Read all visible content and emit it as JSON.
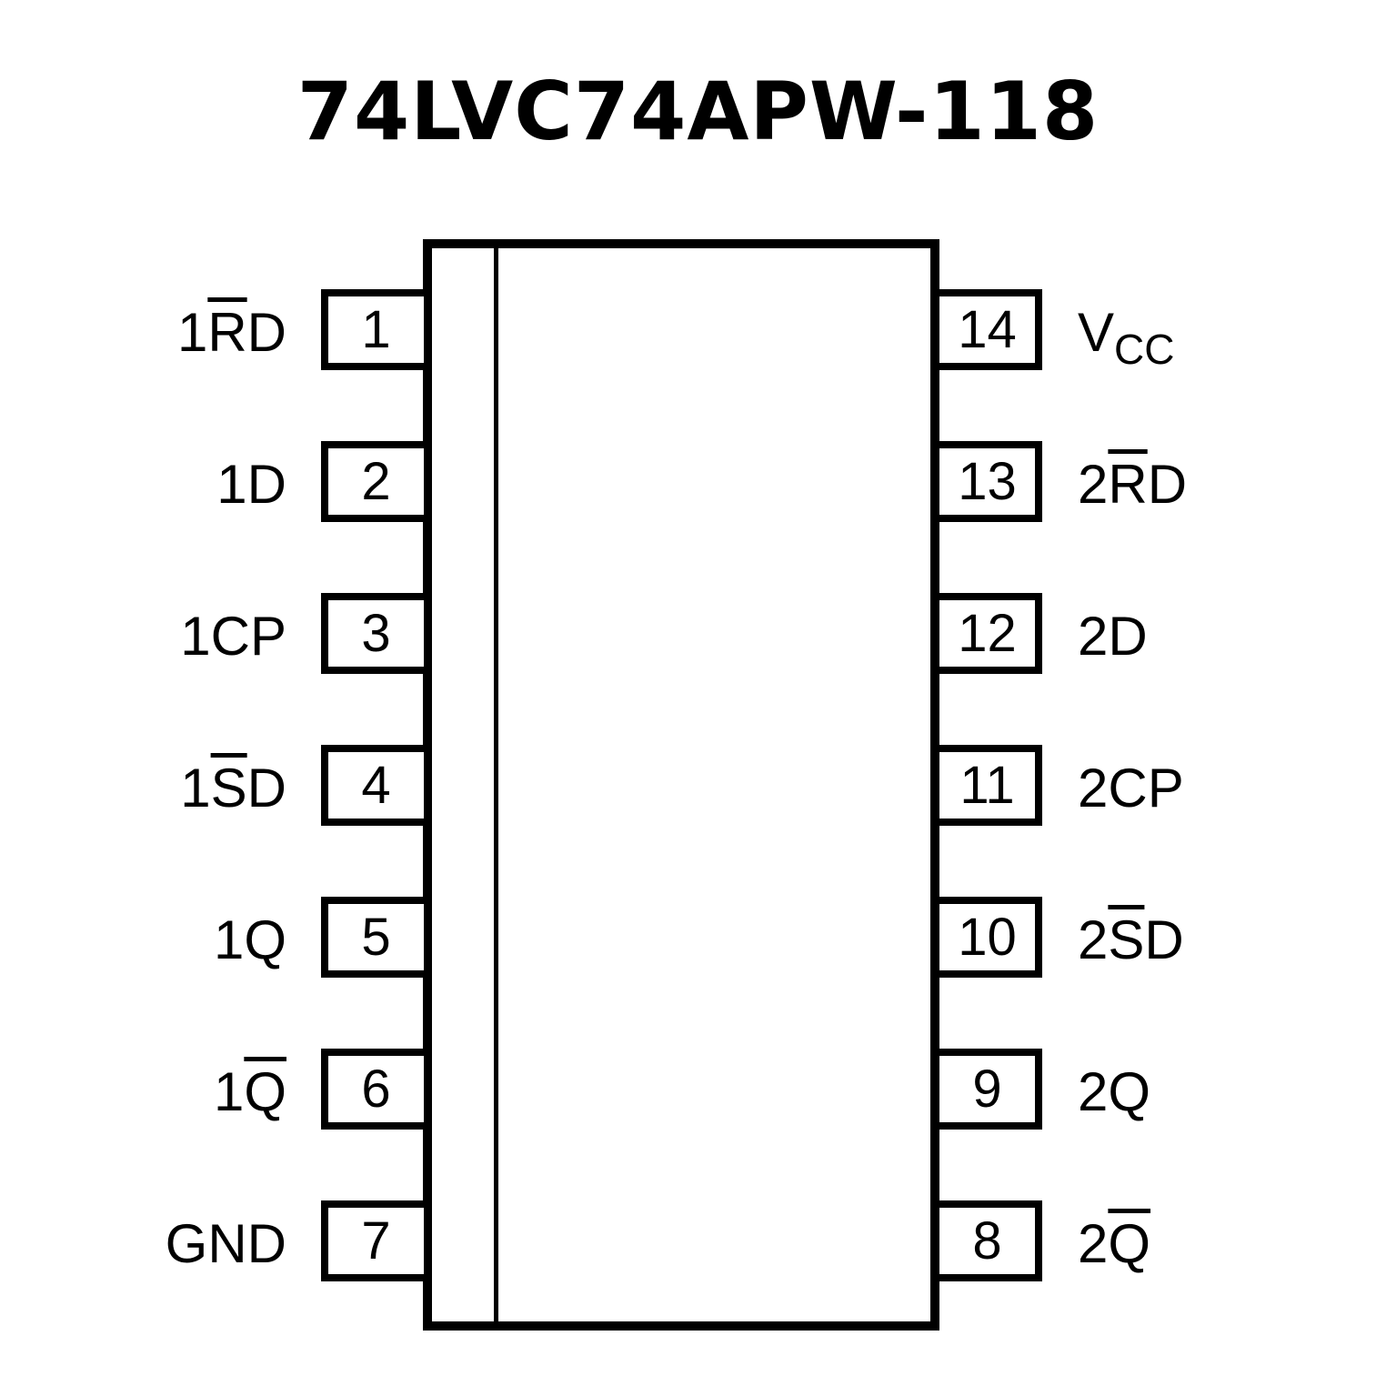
{
  "title": "74LVC74APW-118",
  "left_pins": [
    {
      "num": "1",
      "pre": "1",
      "bar": "R",
      "post": "D"
    },
    {
      "num": "2",
      "pre": "1D",
      "bar": "",
      "post": ""
    },
    {
      "num": "3",
      "pre": "1CP",
      "bar": "",
      "post": ""
    },
    {
      "num": "4",
      "pre": "1",
      "bar": "S",
      "post": "D"
    },
    {
      "num": "5",
      "pre": "1Q",
      "bar": "",
      "post": ""
    },
    {
      "num": "6",
      "pre": "1",
      "bar": "Q",
      "post": ""
    },
    {
      "num": "7",
      "pre": "GND",
      "bar": "",
      "post": ""
    }
  ],
  "right_pins": [
    {
      "num": "14",
      "pre": "V",
      "bar": "",
      "post": "",
      "sub": "CC"
    },
    {
      "num": "13",
      "pre": "2",
      "bar": "R",
      "post": "D"
    },
    {
      "num": "12",
      "pre": "2D",
      "bar": "",
      "post": ""
    },
    {
      "num": "11",
      "pre": "2CP",
      "bar": "",
      "post": ""
    },
    {
      "num": "10",
      "pre": "2",
      "bar": "S",
      "post": "D"
    },
    {
      "num": "9",
      "pre": "2Q",
      "bar": "",
      "post": ""
    },
    {
      "num": "8",
      "pre": "2",
      "bar": "Q",
      "post": ""
    }
  ]
}
